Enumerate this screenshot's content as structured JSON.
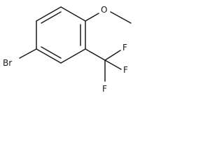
{
  "molecule": {
    "labels": {
      "bromine": "Br",
      "oxygen": "O",
      "fluorine_top": "F",
      "fluorine_right": "F",
      "fluorine_bottom": "F"
    }
  }
}
